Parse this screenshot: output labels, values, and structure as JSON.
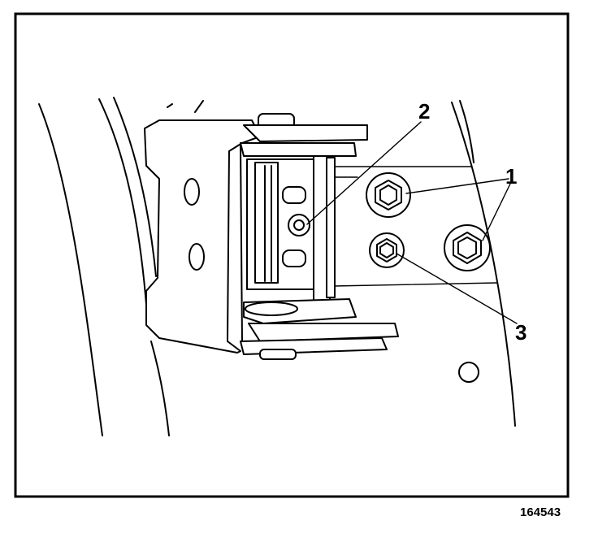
{
  "callouts": {
    "one": "1",
    "two": "2",
    "three": "3"
  },
  "figure_id": "164543"
}
